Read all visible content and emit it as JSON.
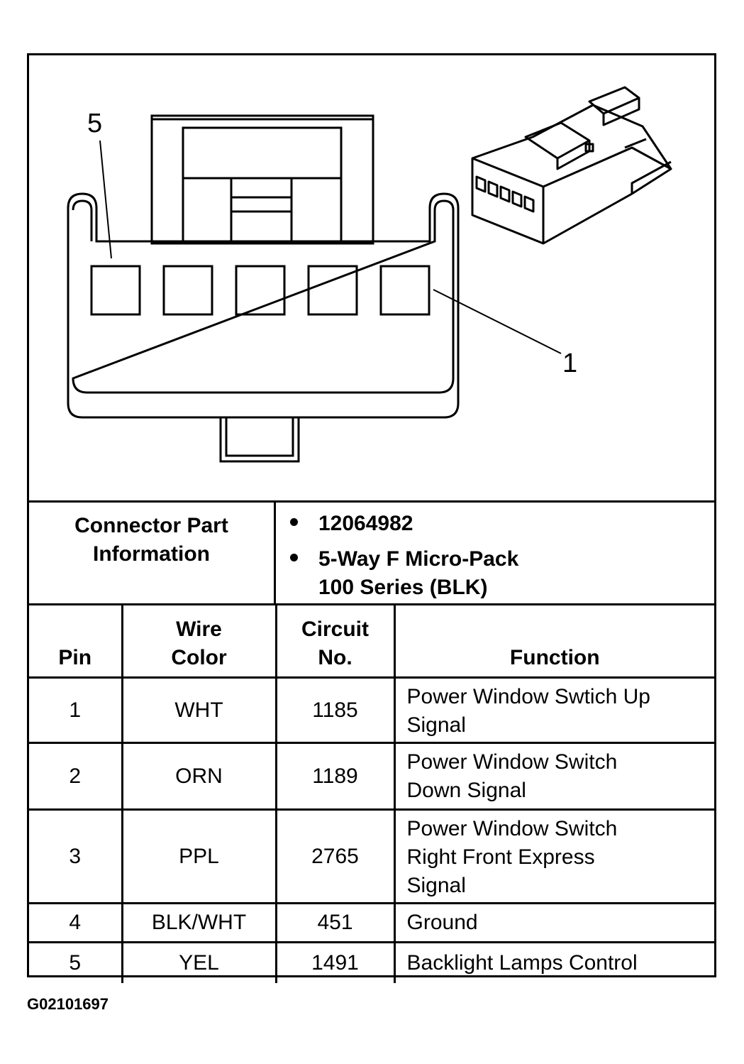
{
  "diagram": {
    "pin_callouts": [
      "5",
      "1"
    ],
    "pin_count": 5
  },
  "connector_info": {
    "label": "Connector Part\nInformation",
    "items": [
      "12064982",
      "5-Way F Micro-Pack\n100 Series (BLK)"
    ]
  },
  "table": {
    "headers": [
      "Pin",
      "Wire\nColor",
      "Circuit\nNo.",
      "Function"
    ],
    "rows": [
      {
        "pin": "1",
        "color": "WHT",
        "circuit": "1185",
        "function": "Power Window Swtich Up\nSignal"
      },
      {
        "pin": "2",
        "color": "ORN",
        "circuit": "1189",
        "function": "Power Window Switch\nDown Signal"
      },
      {
        "pin": "3",
        "color": "PPL",
        "circuit": "2765",
        "function": "Power Window Switch\nRight Front Express\nSignal"
      },
      {
        "pin": "4",
        "color": "BLK/WHT",
        "circuit": "451",
        "function": "Ground"
      },
      {
        "pin": "5",
        "color": "YEL",
        "circuit": "1491",
        "function": "Backlight Lamps Control"
      }
    ]
  },
  "footer": {
    "code": "G02101697"
  }
}
